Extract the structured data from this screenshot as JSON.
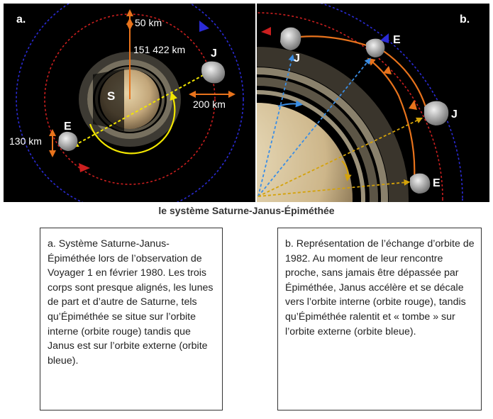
{
  "panel_a": {
    "letter": "a.",
    "saturn_label": "S",
    "janus_label": "J",
    "epimetheus_label": "E",
    "gap_50": "50 km",
    "radius_label": "151 422 km",
    "janus_size": "200 km",
    "epimetheus_size": "130 km"
  },
  "panel_b": {
    "letter": "b.",
    "janus_top_label": "J",
    "epimetheus_top_label": "E",
    "janus_mid_label": "J",
    "epimetheus_bottom_label": "E"
  },
  "caption": "le système Saturne-Janus-Épiméthée",
  "text_a": "a. Système Saturne-Janus-Épiméthée lors de l’observation de Voyager 1 en février 1980. Les trois corps sont presque alignés, les lunes de part et d’autre de Saturne, tels qu’Épiméthée se situe sur l’orbite interne (orbite rouge) tandis que Janus est sur l’orbite externe (orbite bleue).",
  "text_b": "b. Représentation de l’échange d’orbite de 1982. Au moment de leur rencontre proche, sans jamais être dépassée par Épiméthée, Janus accélère et se décale vers l’orbite interne (orbite rouge), tandis qu’Épiméthée ralentit et « tombe » sur l’orbite externe (orbite bleue).",
  "colors": {
    "outer_orbit": "#2b2bd6",
    "inner_orbit": "#cc1f1f",
    "arrow_orange": "#e8731c",
    "arrow_yellow": "#f2e600",
    "arrow_blue_dashed": "#3a8ee6",
    "arrow_gold_dashed": "#d4a20a"
  }
}
